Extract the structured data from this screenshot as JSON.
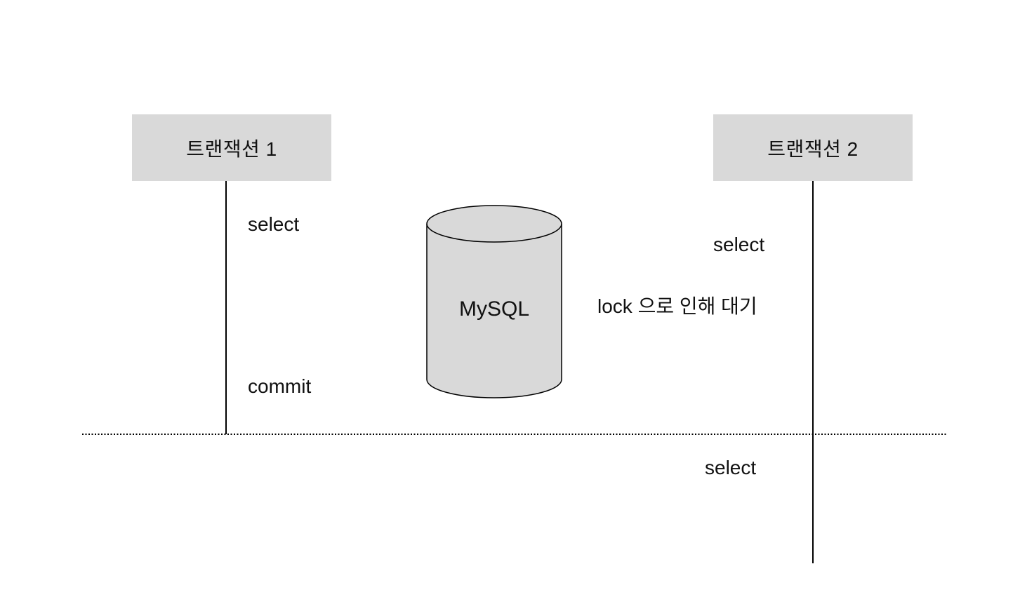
{
  "transactions": [
    {
      "title": "트랜잭션 1"
    },
    {
      "title": "트랜잭션 2"
    }
  ],
  "database": {
    "label": "MySQL"
  },
  "events": {
    "t1_select": "select",
    "t1_commit": "commit",
    "t2_select_blocked": "select",
    "t2_lock_note": "lock 으로 인해 대기",
    "t2_select_resumed": "select"
  },
  "colors": {
    "box_fill": "#d9d9d9",
    "cylinder_fill": "#d9d9d9",
    "line": "#000000",
    "background": "#ffffff"
  }
}
